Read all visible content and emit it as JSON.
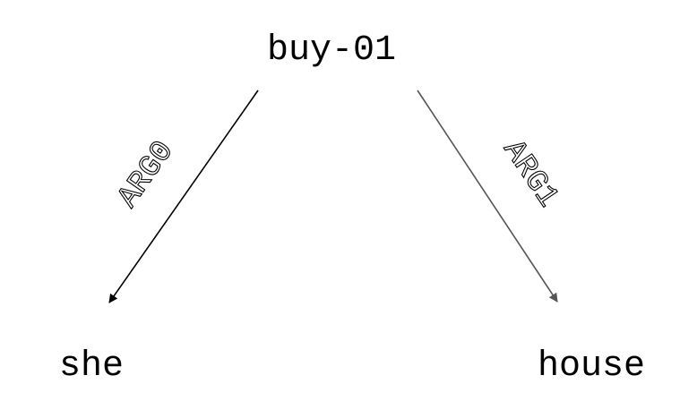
{
  "nodes": {
    "root": {
      "label": "buy-01"
    },
    "arg0_target": {
      "label": "she"
    },
    "arg1_target": {
      "label": "house"
    }
  },
  "edges": {
    "arg0": {
      "label": "ARG0",
      "color": "#000000"
    },
    "arg1": {
      "label": "ARG1",
      "color": "#555555"
    }
  }
}
